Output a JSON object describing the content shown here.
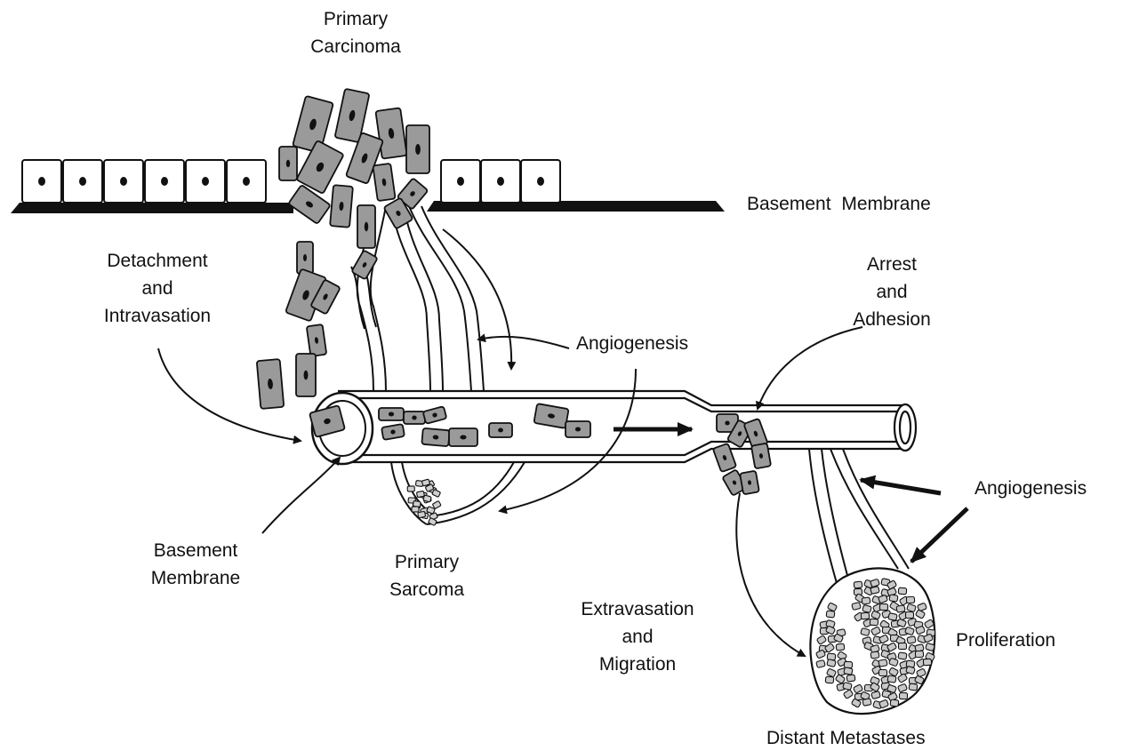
{
  "labels": {
    "primary_carcinoma": [
      "Primary",
      "Carcinoma"
    ],
    "basement_membrane_top": "Basement Membrane",
    "detachment": [
      "Detachment",
      "and",
      "Intravasation"
    ],
    "angiogenesis_center": "Angiogenesis",
    "arrest": [
      "Arrest",
      "and",
      "Adhesion"
    ],
    "angiogenesis_right": "Angiogenesis",
    "basement_membrane_bottom": [
      "Basement",
      "Membrane"
    ],
    "primary_sarcoma": [
      "Primary",
      "Sarcoma"
    ],
    "extravasation": [
      "Extravasation",
      "and",
      "Migration"
    ],
    "proliferation": "Proliferation",
    "distant_metastases": "Distant Metastases"
  },
  "colors": {
    "ink": "#111111",
    "cell_fill": "#9a9a9a",
    "epithelial_fill": "#ffffff",
    "background": "#ffffff"
  }
}
